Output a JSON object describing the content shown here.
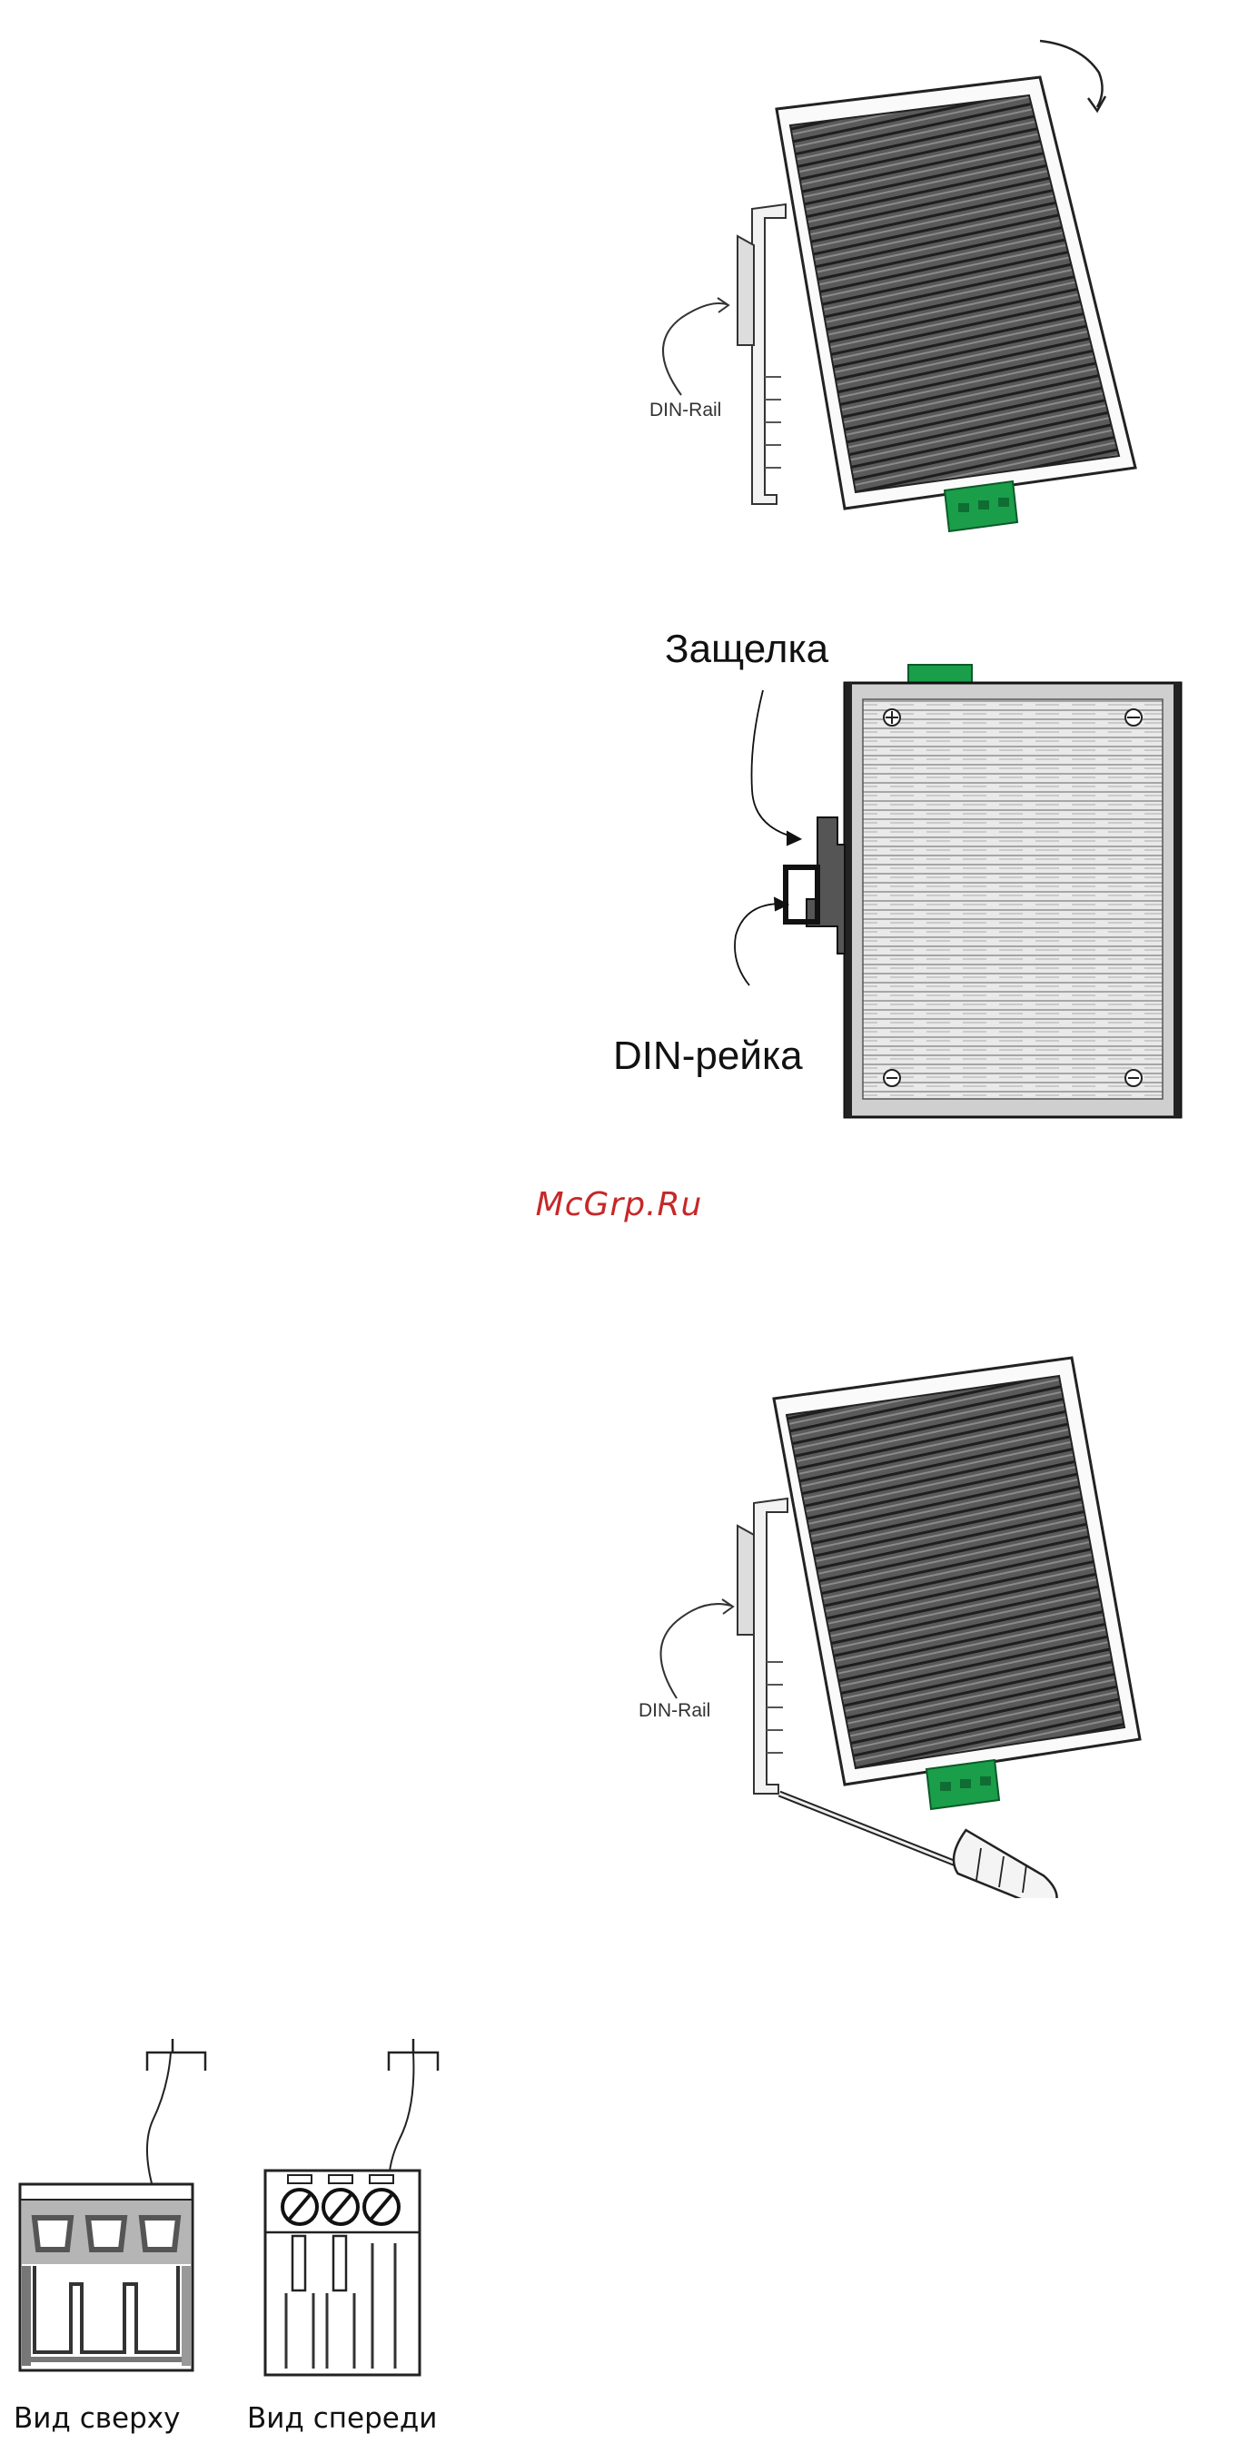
{
  "figures": {
    "mount_top": {
      "rail_label": "DIN-Rail"
    },
    "side_view": {
      "latch_label": "Защелка",
      "rail_label": "DIN-рейка"
    },
    "removal": {
      "rail_label": "DIN-Rail"
    },
    "connector": {
      "top_view_label": "Вид сверху",
      "front_view_label": "Вид спереди"
    }
  },
  "watermark": {
    "text": "McGrp.Ru"
  },
  "colors": {
    "terminal_green": "#1a9e4a",
    "watermark": "#c62828",
    "line": "#222222",
    "hatch": "#9a9a9a"
  }
}
